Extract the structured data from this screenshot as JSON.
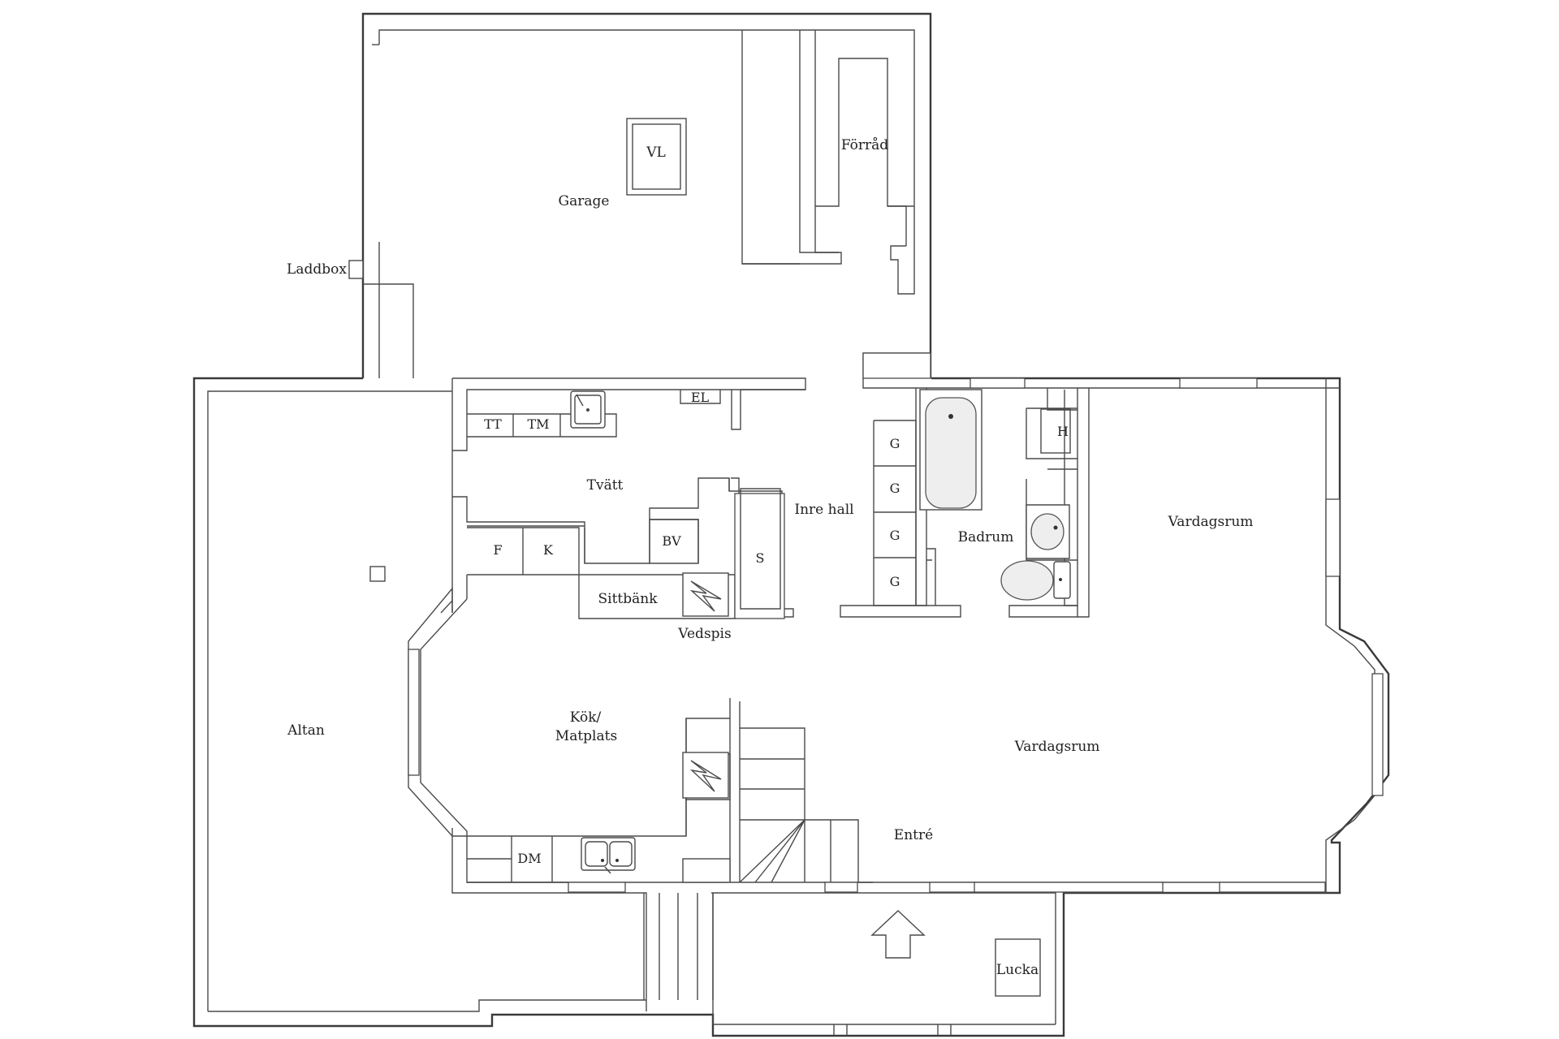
{
  "rooms": {
    "garage": "Garage",
    "vl": "VL",
    "forrad": "Förråd",
    "laddbox": "Laddbox",
    "el": "EL",
    "tt": "TT",
    "tm": "TM",
    "tvatt": "Tvätt",
    "bv": "BV",
    "s": "S",
    "f": "F",
    "k": "K",
    "sittbank": "Sittbänk",
    "vedspis": "Vedspis",
    "inre_hall": "Inre hall",
    "g1": "G",
    "g2": "G",
    "g3": "G",
    "g4": "G",
    "badrum": "Badrum",
    "h": "H",
    "vardagsrum_upper": "Vardagsrum",
    "vardagsrum_main": "Vardagsrum",
    "altan": "Altan",
    "kok_line1": "Kök/",
    "kok_line2": "Matplats",
    "entre": "Entré",
    "dm": "DM",
    "lucka": "Lucka"
  },
  "icons": {
    "entrance": "up-arrow-icon",
    "stove": "zigzag-chimney-icon",
    "bathtub": "bathtub-icon",
    "washbasin": "washbasin-icon",
    "toilet": "toilet-icon",
    "sink": "sink-icon"
  },
  "colors": {
    "wall": "#3a3a3a",
    "background": "#ffffff"
  }
}
